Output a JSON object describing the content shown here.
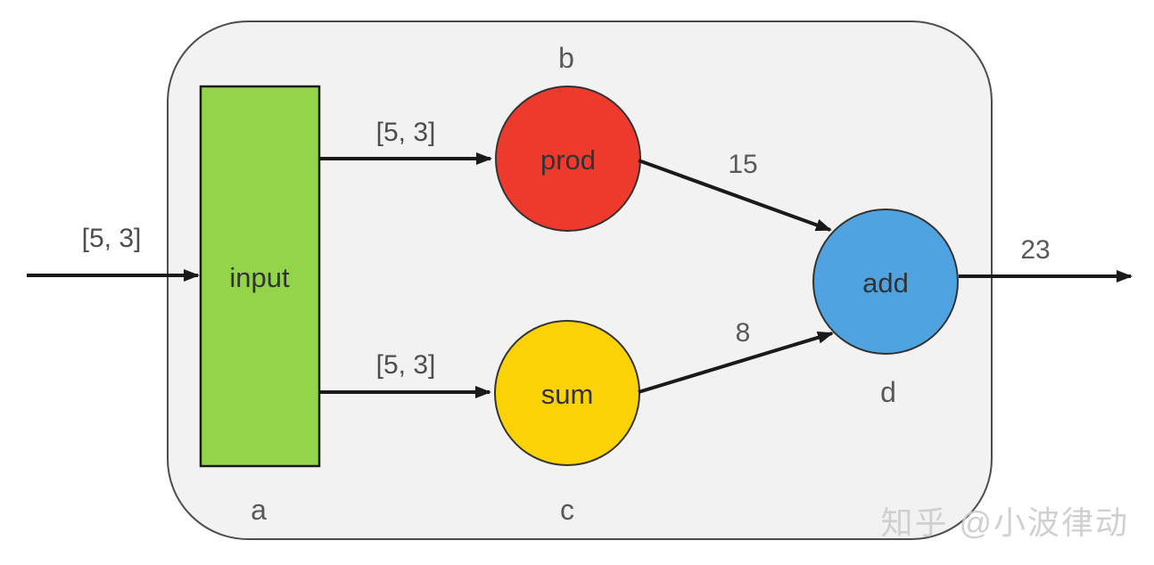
{
  "diagram": {
    "container": {
      "fill": "#f2f2f2",
      "stroke": "#4d4d4d"
    },
    "nodes": {
      "input": {
        "label": "input",
        "tag": "a",
        "fill": "#94d44b"
      },
      "prod": {
        "label": "prod",
        "tag": "b",
        "fill": "#ee3a2c"
      },
      "sum": {
        "label": "sum",
        "tag": "c",
        "fill": "#fbd206"
      },
      "add": {
        "label": "add",
        "tag": "d",
        "fill": "#4fa3e0"
      }
    },
    "edges": {
      "source_to_input": {
        "label": "[5, 3]"
      },
      "input_to_prod": {
        "label": "[5, 3]"
      },
      "input_to_sum": {
        "label": "[5, 3]"
      },
      "prod_to_add": {
        "label": "15"
      },
      "sum_to_add": {
        "label": "8"
      },
      "add_to_output": {
        "label": "23"
      }
    },
    "colors": {
      "arrow": "#1a1a1a",
      "node_text": "#333333",
      "tag_text": "#595959",
      "edge_label_text": "#4d4d4d",
      "watermark_text": "#cccccc"
    },
    "watermark": "知乎 @小波律动"
  }
}
